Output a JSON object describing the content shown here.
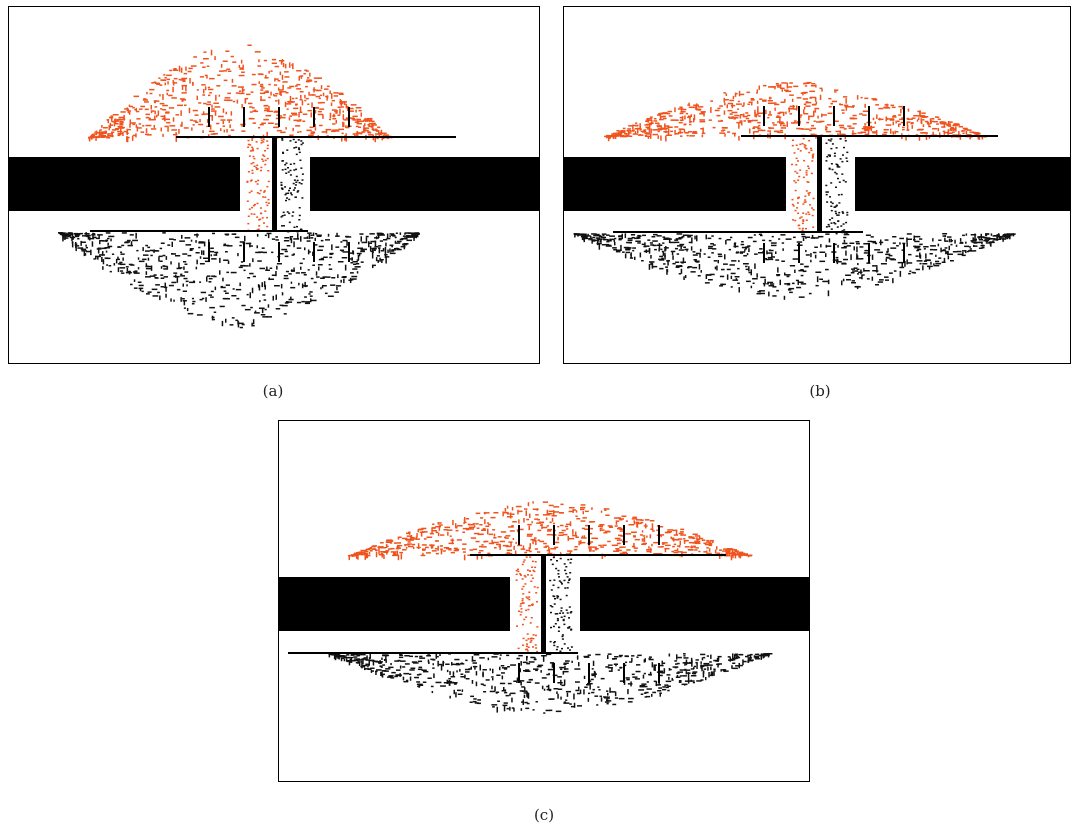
{
  "figure": {
    "colors": {
      "upper_particles": "#f0531e",
      "lower_particles": "#111111",
      "solid": "#000000",
      "background": "#ffffff",
      "frame": "#000000"
    },
    "panels": [
      {
        "id": "a",
        "caption": "(a)"
      },
      {
        "id": "b",
        "caption": "(b)"
      },
      {
        "id": "c",
        "caption": "(c)"
      }
    ]
  }
}
